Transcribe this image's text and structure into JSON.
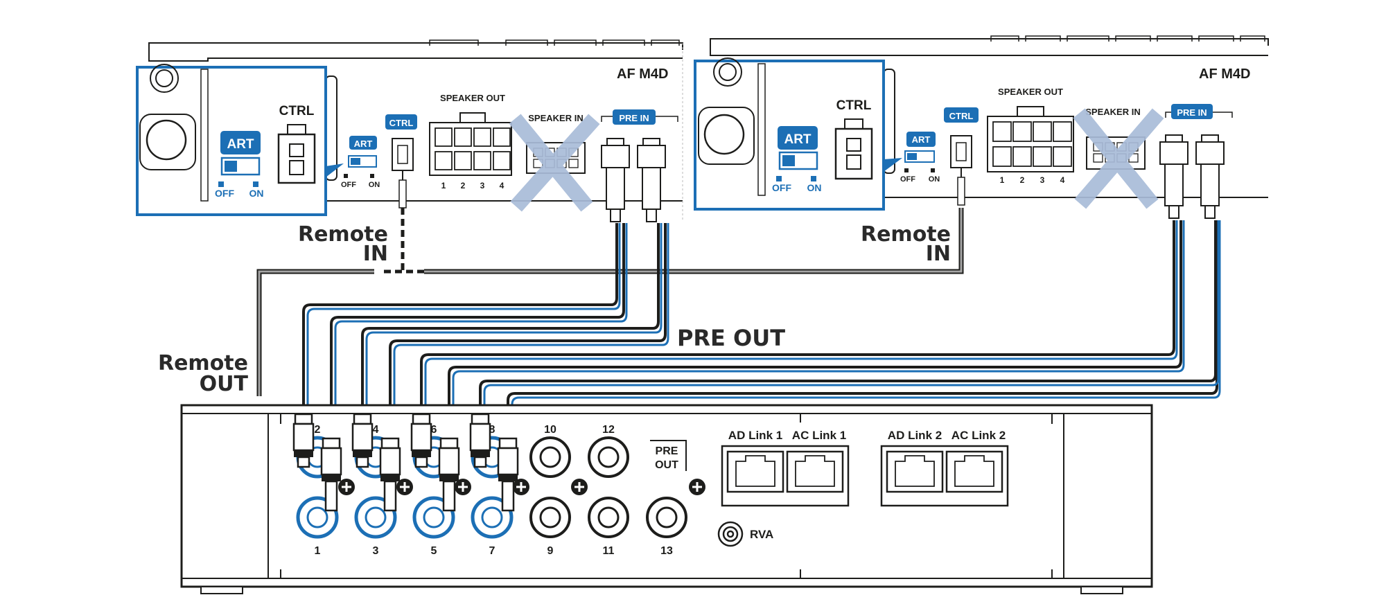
{
  "colors": {
    "accent": "#1c6fb5",
    "line": "#1d1d1b",
    "cross": "#a9bcd9"
  },
  "amp_left": {
    "model": "AF M4D",
    "ctrl": "CTRL",
    "art": "ART",
    "off": "OFF",
    "on": "ON",
    "speaker_out": "SPEAKER OUT",
    "speaker_in": "SPEAKER IN",
    "pre_in": "PRE IN",
    "ports": [
      "1",
      "2",
      "3",
      "4"
    ],
    "remote_in_1": "Remote",
    "remote_in_2": "IN"
  },
  "amp_right": {
    "model": "AF M4D",
    "ctrl": "CTRL",
    "art": "ART",
    "off": "OFF",
    "on": "ON",
    "speaker_out": "SPEAKER OUT",
    "speaker_in": "SPEAKER IN",
    "pre_in": "PRE IN",
    "ports": [
      "1",
      "2",
      "3",
      "4"
    ],
    "remote_in_1": "Remote",
    "remote_in_2": "IN"
  },
  "pre_out_label": "PRE OUT",
  "remote_out_1": "Remote",
  "remote_out_2": "OUT",
  "processor": {
    "top_numbers": [
      "2",
      "4",
      "6",
      "8",
      "10",
      "12"
    ],
    "bottom_numbers": [
      "1",
      "3",
      "5",
      "7",
      "9",
      "11",
      "13"
    ],
    "pre_out_1": "PRE",
    "pre_out_2": "OUT",
    "ad_link_1": "AD Link 1",
    "ac_link_1": "AC Link 1",
    "ad_link_2": "AD Link 2",
    "ac_link_2": "AC Link 2",
    "rva": "RVA"
  }
}
